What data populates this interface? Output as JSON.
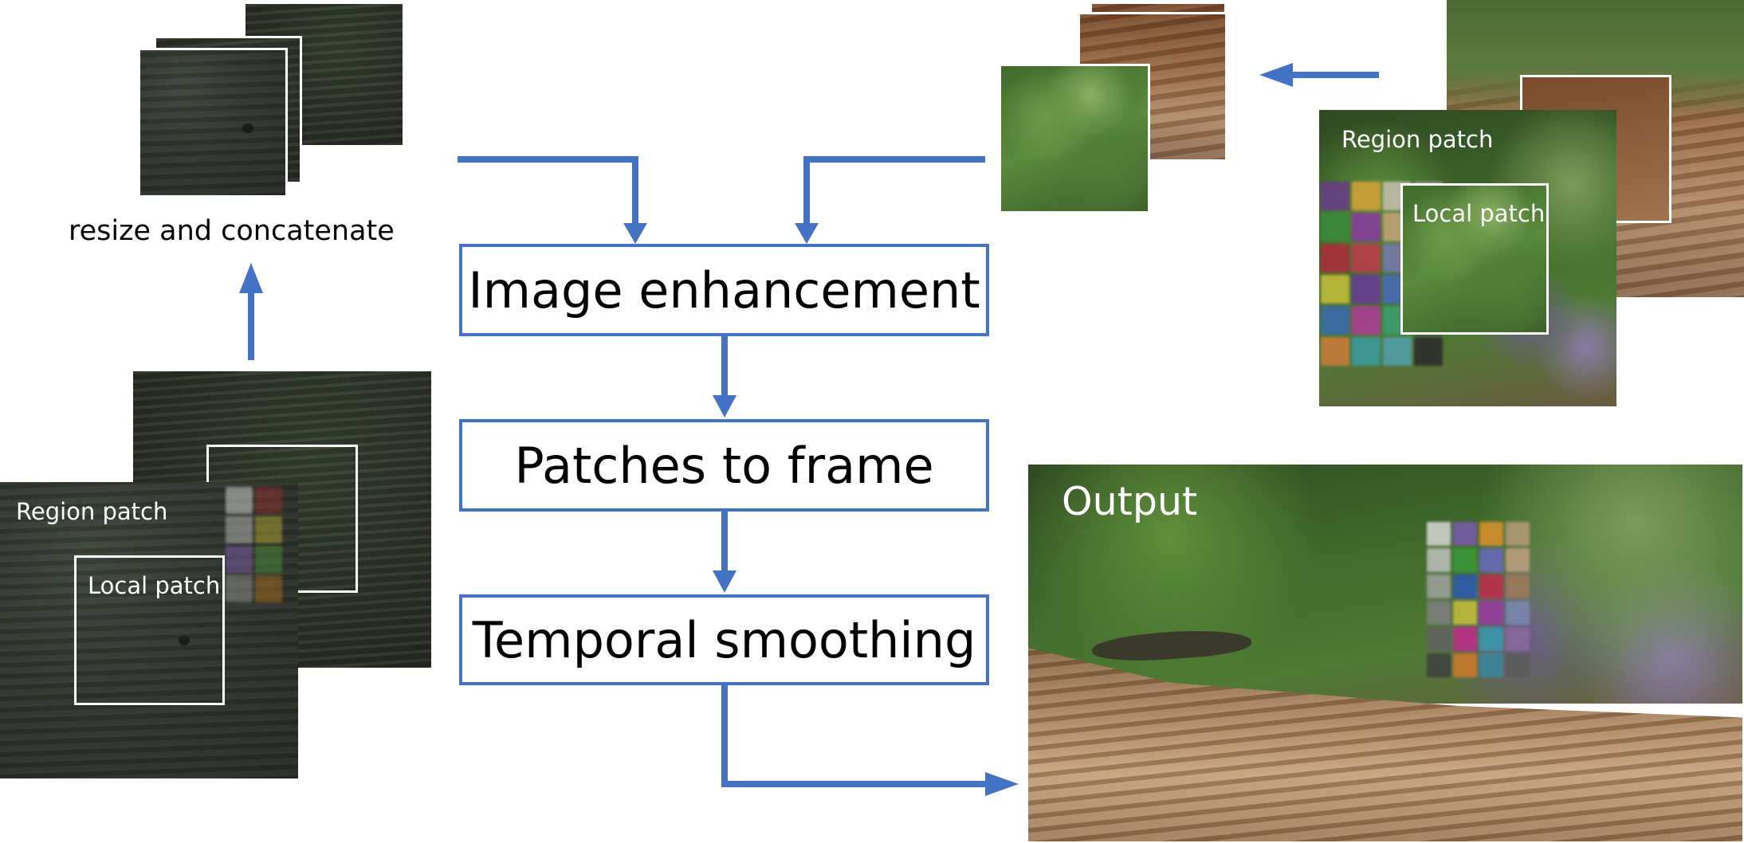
{
  "flow": {
    "step1": "Image enhancement",
    "step2": "Patches to frame",
    "step3": "Temporal smoothing"
  },
  "labels": {
    "resize_concat": "resize and concatenate",
    "region_patch_left": "Region patch",
    "local_patch_left": "Local patch",
    "region_patch_right": "Region patch",
    "local_patch_right": "Local patch",
    "output": "Output"
  },
  "colors": {
    "arrow": "#4472c4",
    "box_border": "#4472c4",
    "text": "#000000"
  }
}
